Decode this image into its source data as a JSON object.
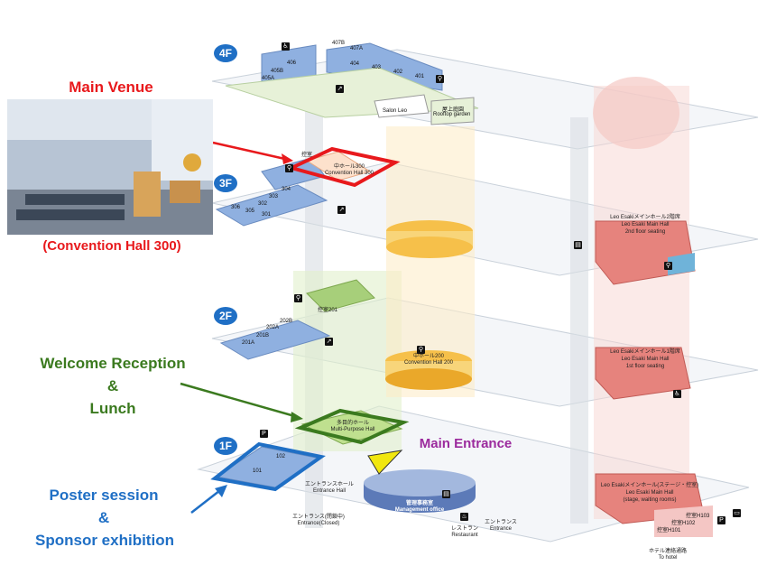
{
  "floors": {
    "f4": "4F",
    "f3": "3F",
    "f2": "2F",
    "f1": "1F"
  },
  "callouts": {
    "main_venue": "Main Venue",
    "main_venue_sub": "(Convention Hall 300)",
    "welcome_1": "Welcome Reception",
    "welcome_2": "&",
    "welcome_3": "Lunch",
    "poster_1": "Poster session",
    "poster_2": "&",
    "poster_3": "Sponsor exhibition",
    "main_entrance": "Main Entrance"
  },
  "rooms4f": {
    "r406": "406",
    "r405b": "405B",
    "r405a": "405A",
    "r407b": "407B",
    "r407a": "407A",
    "r404": "404",
    "r403": "403",
    "r402": "402",
    "r401": "401"
  },
  "labels4f": {
    "salon": "Salon Leo",
    "rooftop_jp": "屋上庭園",
    "rooftop_en": "Rooftop garden"
  },
  "rooms3f": {
    "r306": "306",
    "r305": "305",
    "r301": "301",
    "r302": "302",
    "r303": "303",
    "r304": "304",
    "waiting": "控室",
    "ch300_jp": "中ホール300",
    "ch300_en": "Convention Hall 300"
  },
  "main2_jp": "Leo Esakiメインホール2階席",
  "main2_en": "Leo Esaki Main Hall",
  "main2_sub": "2nd floor seating",
  "rooms2f": {
    "r202b": "202B",
    "r202a": "202A",
    "r201b": "201B",
    "r201a": "201A",
    "waiting201": "控室201"
  },
  "ch200_jp": "中ホール200",
  "ch200_en": "Convention Hall 200",
  "main1_jp": "Leo Esakiメインホール1階席",
  "main1_en": "Leo Esaki Main Hall",
  "main1_sub": "1st floor seating",
  "rooms1f": {
    "r101": "101",
    "r102": "102"
  },
  "mph_jp": "多目的ホール",
  "mph_en": "Multi-Purpose Hall",
  "ehall_jp": "エントランスホール",
  "ehall_en": "Entrance Hall",
  "mgmt_jp": "管理事務室",
  "mgmt_en": "Management office",
  "closed_jp": "エントランス(閉鎖中)",
  "closed_en": "Entrance(Closed)",
  "rest_jp": "レストラン",
  "rest_en": "Restaurant",
  "ent_jp": "エントランス",
  "ent_en": "Entrance",
  "stage_jp": "Leo Esakiメインホール(ステージ・控室)",
  "stage_en": "Leo Esaki Main Hall",
  "stage_sub": "(stage, waiting rooms)",
  "h103": "控室H103",
  "h102": "控室H102",
  "h101": "控室H101",
  "hotel_jp": "ホテル連絡通路",
  "hotel_en": "To hotel",
  "colors": {
    "red": "#e8191c",
    "green": "#3b7a1f",
    "blue": "#1f6fc5",
    "purple": "#9b2a9d",
    "badge": "#1f6fc5"
  }
}
